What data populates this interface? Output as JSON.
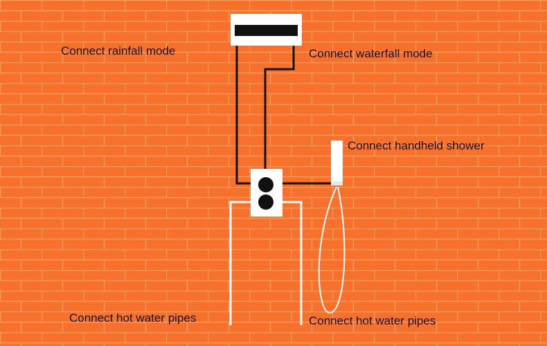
{
  "labels": {
    "rainfall": "Connect rainfall mode",
    "waterfall": "Connect waterfall mode",
    "handheld": "Connect handheld shower",
    "hot_left": "Connect hot water pipes",
    "hot_right": "Connect hot water pipes"
  },
  "colors": {
    "brick": "#f7712c",
    "mortar": "#ff9a5c",
    "pipe_black": "#111111",
    "pipe_white": "#ffffff"
  },
  "icons": {
    "shower_head": "rectangular-ceiling-shower-head",
    "mixer": "two-knob-mixer-valve",
    "handheld": "handheld-shower-wand"
  }
}
